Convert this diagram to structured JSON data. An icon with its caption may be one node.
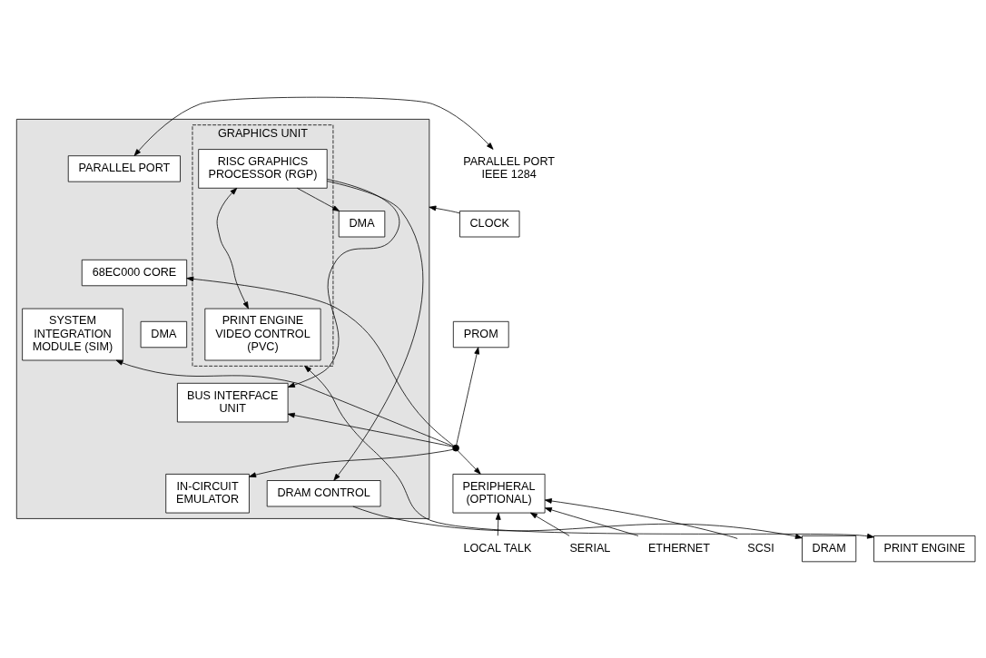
{
  "diagram": {
    "nodes": [
      {
        "text": [],
        "shape": "box"
      },
      {
        "text": [
          "PARALLEL PORT IEEE 1284"
        ]
      },
      {
        "text": [
          "CLOCK"
        ]
      },
      {
        "text": [
          "PROM"
        ]
      },
      {
        "text": [
          "PERIPHERAL (OPTIONAL)"
        ]
      },
      {
        "text": [
          "LOCAL TALK"
        ]
      },
      {
        "text": [
          "SERIAL"
        ]
      },
      {
        "text": [
          "ETHERNET"
        ]
      },
      {
        "text": [
          "SCSI"
        ]
      },
      {
        "text": [
          "PARALLEL PORT"
        ],
        "in": 0
      },
      {
        "text": [
          "DMA"
        ],
        "in": 0
      },
      {
        "text": [
          "68EC000 CORE"
        ],
        "in": 0
      },
      {
        "text": [
          "SYSTEM INTEGRATION MODULE (SIM)"
        ],
        "in": 0
      },
      {
        "text": [
          "DMA"
        ],
        "in": 0
      },
      {
        "text": [
          "BUS INTERFACE UNIT"
        ],
        "in": 0
      },
      {
        "text": [
          "IN-CIRCUIT EMULATOR"
        ],
        "in": 0
      },
      {
        "text": [
          "DRAM CONTROL"
        ],
        "in": 0
      },
      {
        "text": [
          "GRAPHICS UNIT"
        ],
        "in": 0
      },
      {
        "text": [
          "RISC GRAPHICS PROCESSOR (RGP)"
        ],
        "in": 17
      },
      {
        "text": [
          "PRINT ENGINE VIDEO CONTROL (PVC)"
        ],
        "in": 17
      },
      {
        "text": [
          "DRAM"
        ]
      },
      {
        "text": [
          "PRINT ENGINE"
        ]
      },
      {
        "text": [],
        "shape": "circle"
      }
    ],
    "edges": [
      {
        "from": 1,
        "to": 9,
        "arrow": "both"
      },
      {
        "from": 2,
        "to": 0,
        "arrow": "to"
      },
      {
        "from": 22,
        "to": 3,
        "arrow": "to"
      },
      {
        "from": 22,
        "to": 4,
        "arrow": "to"
      },
      {
        "from": 22,
        "to": 11,
        "arrow": "to"
      },
      {
        "from": 22,
        "to": 12,
        "arrow": "to"
      },
      {
        "from": 22,
        "to": 14,
        "arrow": "to"
      },
      {
        "from": 22,
        "to": 15,
        "arrow": "to"
      },
      {
        "from": 18,
        "to": 19,
        "arrow": "both"
      },
      {
        "from": 18,
        "to": 10,
        "arrow": "to"
      },
      {
        "from": 18,
        "to": 14,
        "arrow": "to"
      },
      {
        "from": 18,
        "to": 16,
        "arrow": "to"
      },
      {
        "from": 16,
        "to": 20,
        "arrow": "to"
      },
      {
        "from": 17,
        "to": 21,
        "arrow": "both"
      },
      {
        "from": 5,
        "to": 4,
        "arrow": "to"
      },
      {
        "from": 6,
        "to": 4,
        "arrow": "to"
      },
      {
        "from": 7,
        "to": 4,
        "arrow": "to"
      },
      {
        "from": 8,
        "to": 4,
        "arrow": "to"
      }
    ]
  }
}
